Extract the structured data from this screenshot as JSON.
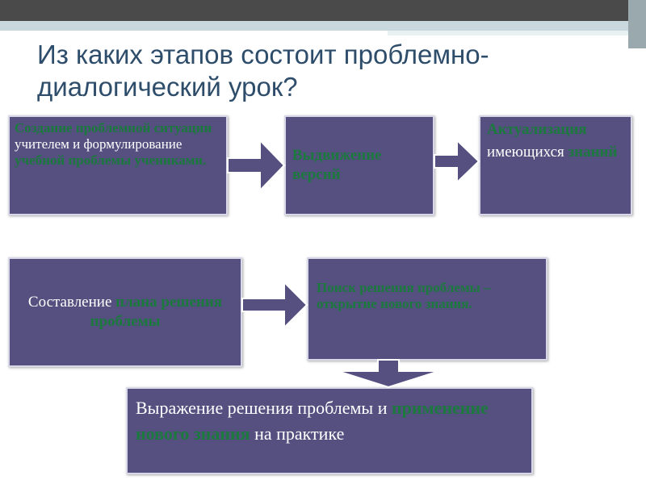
{
  "title": "Из каких этапов состоит проблемно-диалогический урок?",
  "stages": [
    {
      "segments": [
        {
          "text": "Создание проблемной ситуации",
          "highlight": true
        },
        {
          "text": " учителем и формулирование ",
          "highlight": false
        },
        {
          "text": "учебной проблемы учениками.",
          "highlight": true
        }
      ]
    },
    {
      "segments": [
        {
          "text": "Выдвижение версий",
          "highlight": true
        }
      ]
    },
    {
      "segments": [
        {
          "text": "Актуализация",
          "highlight": true
        },
        {
          "text": " имеющихся ",
          "highlight": false
        },
        {
          "text": "знаний",
          "highlight": true
        }
      ]
    },
    {
      "segments": [
        {
          "text": "Составление ",
          "highlight": false
        },
        {
          "text": "плана решения проблемы",
          "highlight": true
        }
      ]
    },
    {
      "segments": [
        {
          "text": "Поиск решения проблемы – открытие нового знания.",
          "highlight": true
        }
      ]
    },
    {
      "segments": [
        {
          "text": "Выражение решения проблемы и ",
          "highlight": false
        },
        {
          "text": "применение нового знания",
          "highlight": true
        },
        {
          "text": " на практике",
          "highlight": false
        }
      ]
    }
  ],
  "colors": {
    "box_fill": "#555080",
    "highlight_text": "#1c7a3f",
    "title_text": "#2e4d6b"
  }
}
